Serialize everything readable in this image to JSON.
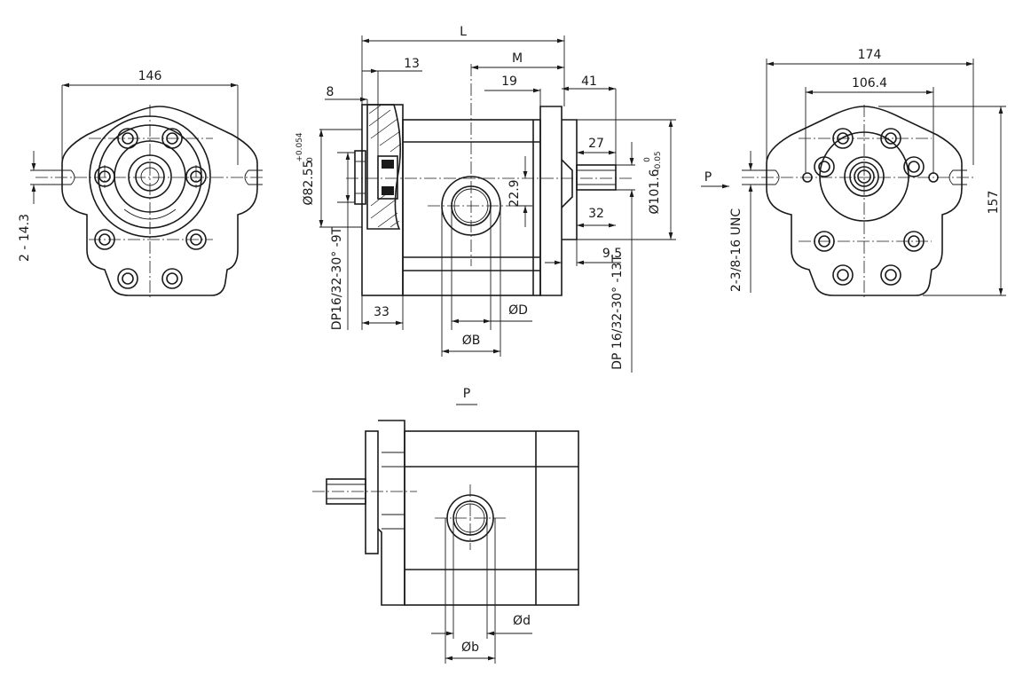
{
  "dimensions": {
    "front_width": "146",
    "slot_width": "2 - 14.3",
    "length": "L",
    "d13": "13",
    "d8": "8",
    "m": "M",
    "d19": "19",
    "d41": "41",
    "d27": "27",
    "d229": "22.9",
    "d32": "32",
    "d95": "9.5",
    "d33": "33",
    "big_d": "ØD",
    "big_b": "ØB",
    "pilot_left": "Ø82.55",
    "pilot_left_tol_upper": "+0.054",
    "pilot_left_tol_lower": "0",
    "spline_left": "DP16/32-30° -9T",
    "pilot_right": "Ø101.6",
    "pilot_right_tol_upper": "0",
    "pilot_right_tol_lower": "-0.05",
    "spline_right": "DP 16/32-30° -13T",
    "rear_width": "174",
    "rear_bolt_spacing": "106.4",
    "rear_height": "157",
    "rear_port_label": "P",
    "rear_thread": "2-3/8-16 UNC",
    "bottom_view_label": "P",
    "small_d": "Ød",
    "small_b": "Øb"
  }
}
